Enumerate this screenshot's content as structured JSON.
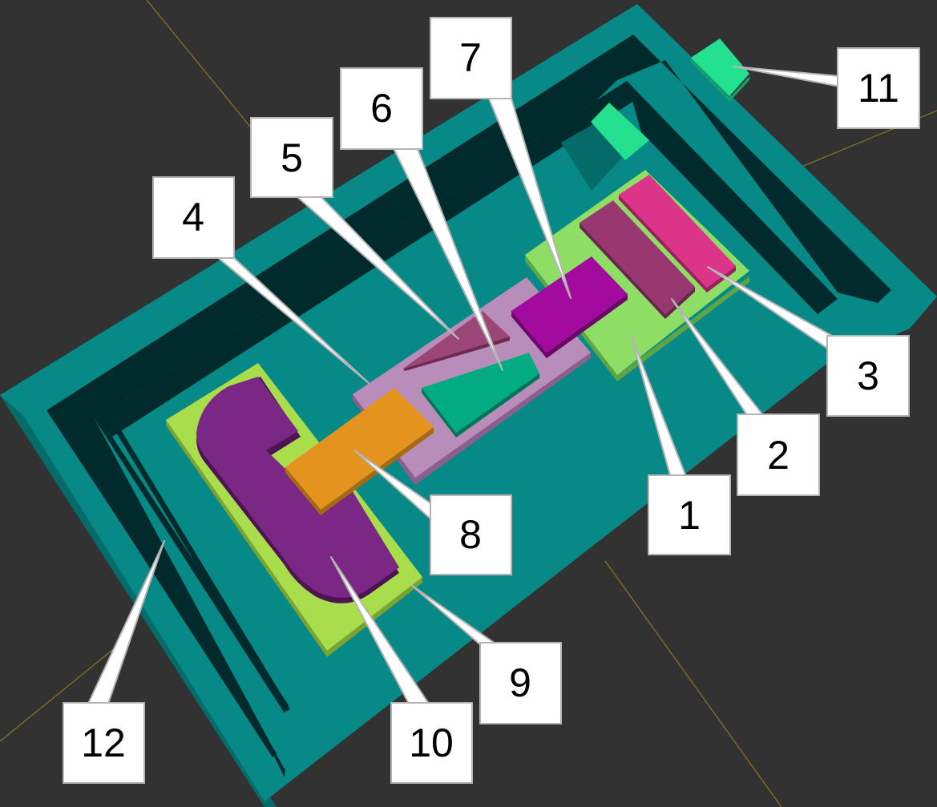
{
  "diagram": {
    "background_color": "#323232",
    "component_colors": {
      "outer_frame": "#078a87",
      "frame_shadow": "#002a2b",
      "green_pad": "#8ede66",
      "lime_pad": "#a9dd4c",
      "pink_gate_base": "#b98dba",
      "dark_rose_bar": "#993870",
      "pink_bar": "#dc3488",
      "magenta_block": "#a30a9e",
      "orange_block": "#e4931f",
      "teal_trapezoid": "#03ab82",
      "rose_triangle": "#9c4677",
      "purple_c_shape": "#7a2785",
      "mint_cube": "#24e18f"
    },
    "callouts": [
      {
        "id": "c1",
        "label": "1"
      },
      {
        "id": "c2",
        "label": "2"
      },
      {
        "id": "c3",
        "label": "3"
      },
      {
        "id": "c4",
        "label": "4"
      },
      {
        "id": "c5",
        "label": "5"
      },
      {
        "id": "c6",
        "label": "6"
      },
      {
        "id": "c7",
        "label": "7"
      },
      {
        "id": "c8",
        "label": "8"
      },
      {
        "id": "c9",
        "label": "9"
      },
      {
        "id": "c10",
        "label": "10"
      },
      {
        "id": "c11",
        "label": "11"
      },
      {
        "id": "c12",
        "label": "12"
      }
    ]
  }
}
